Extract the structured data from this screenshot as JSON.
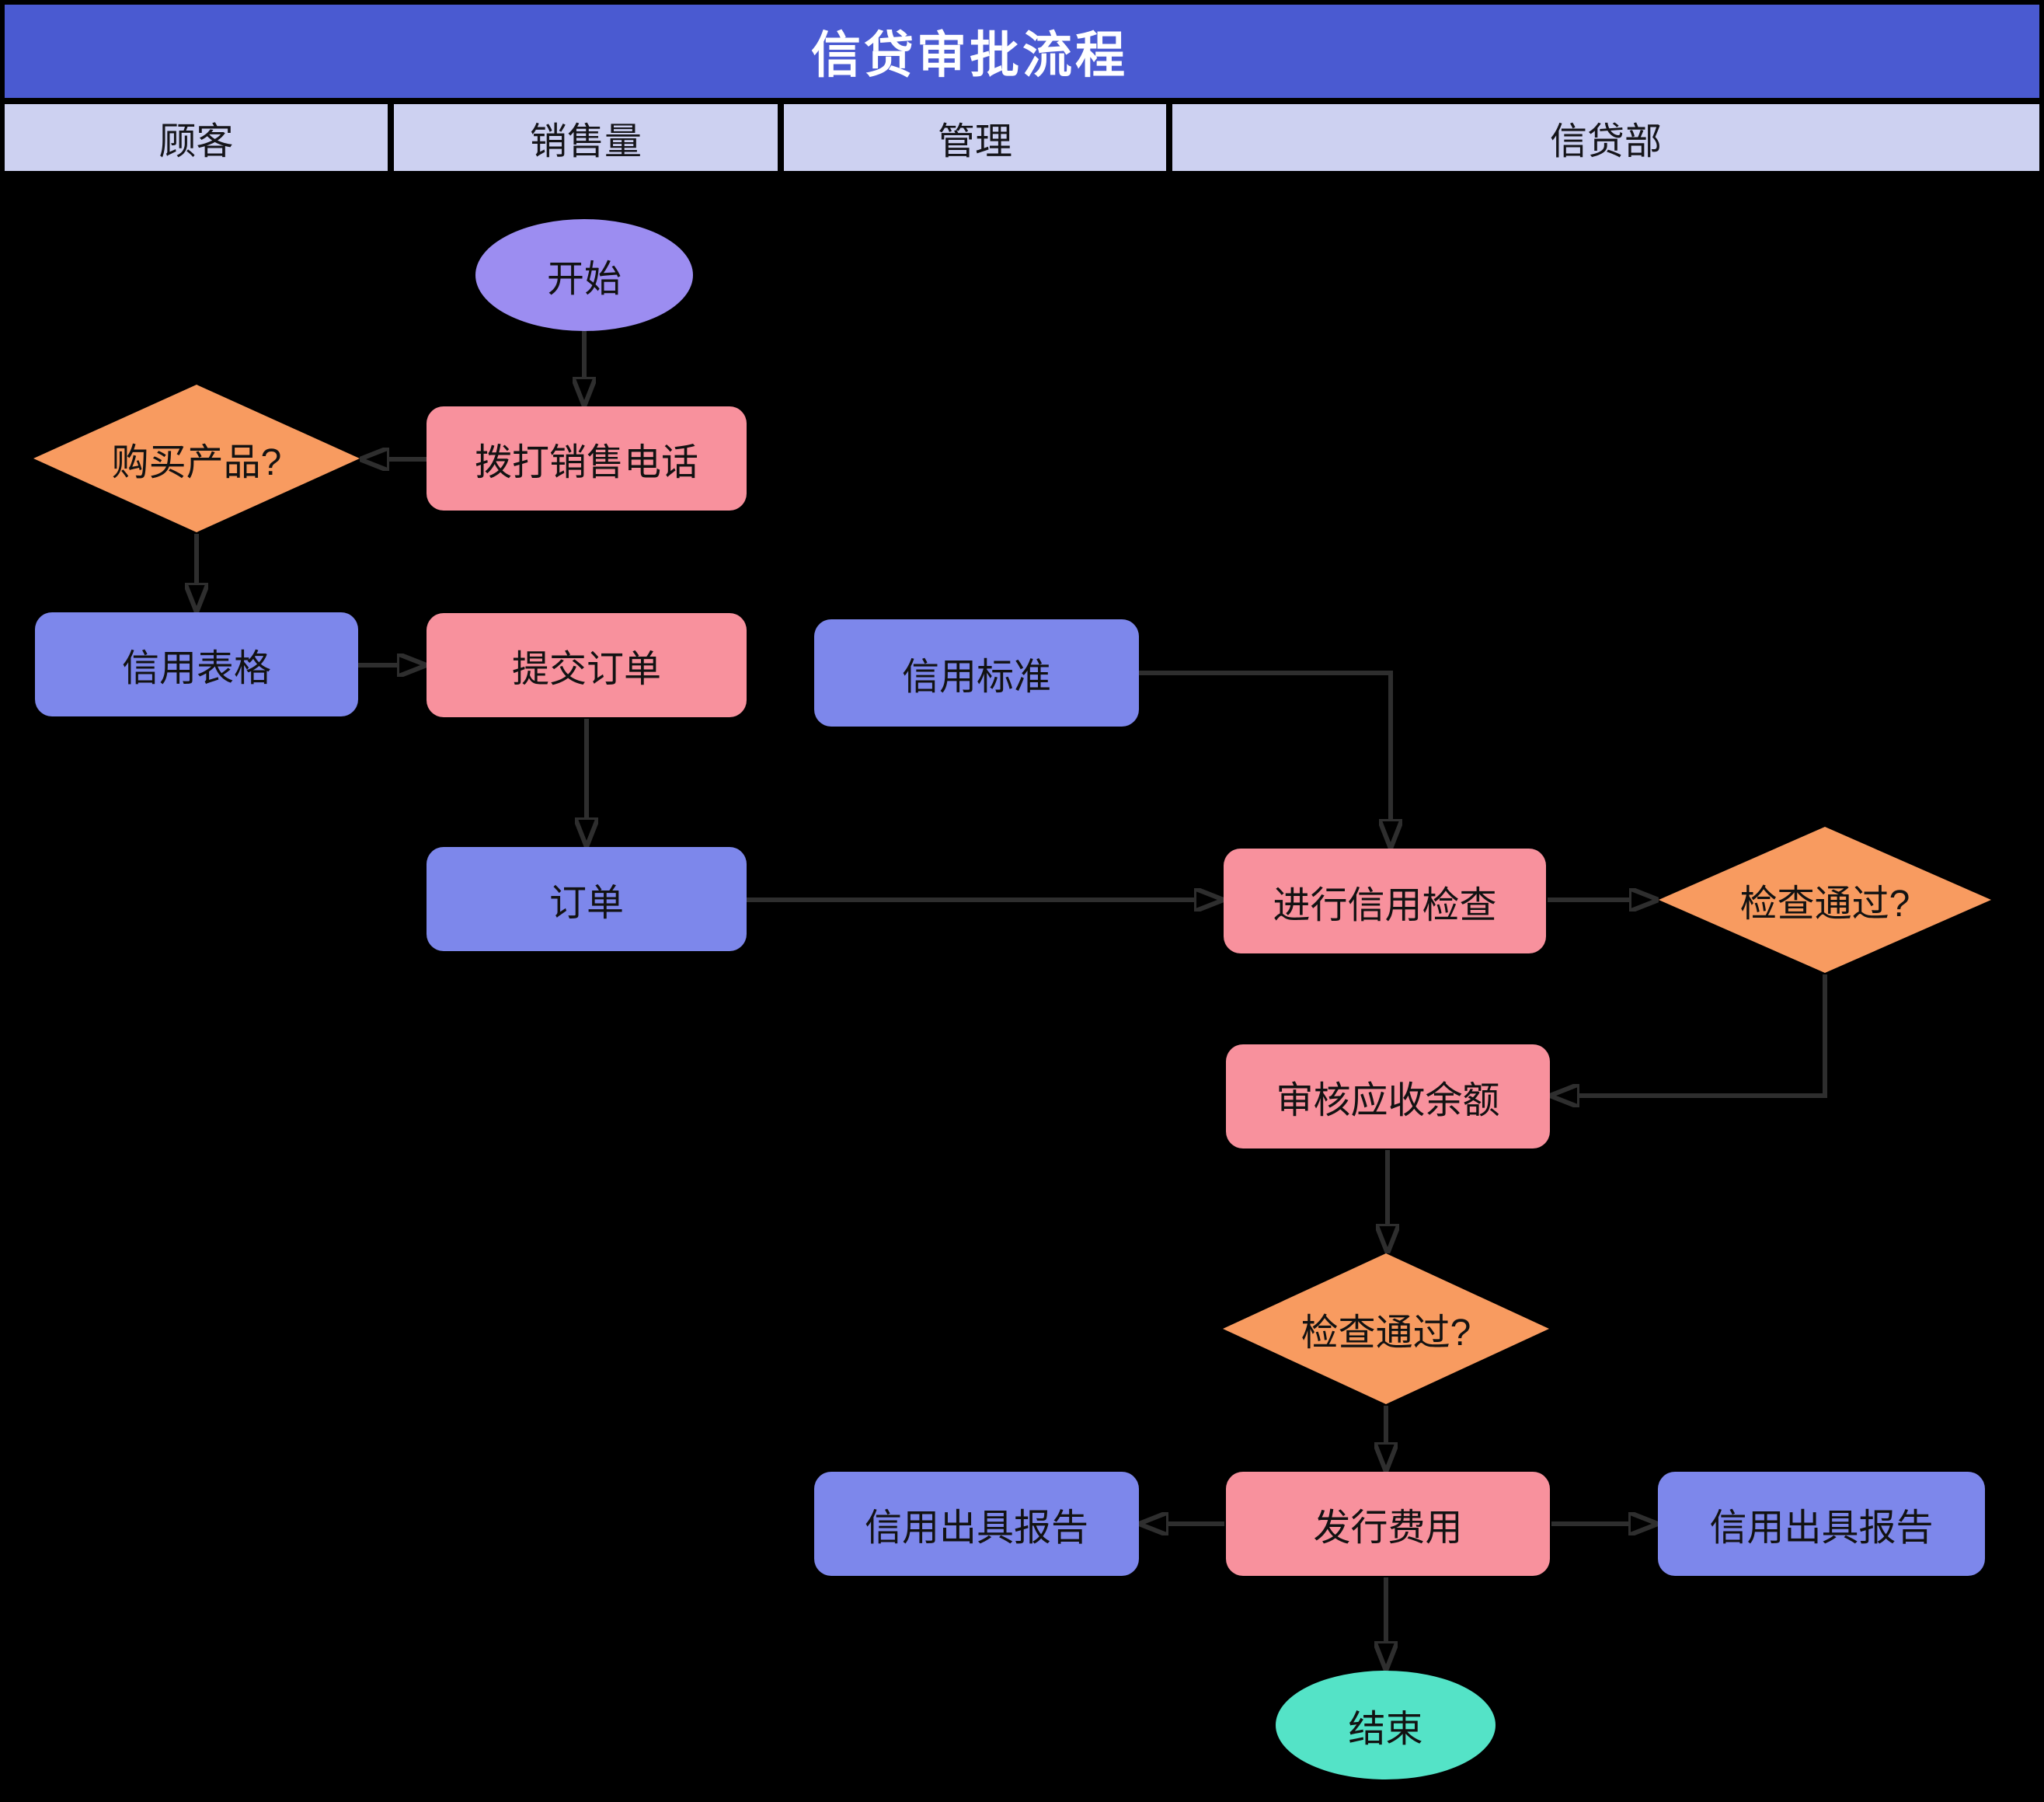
{
  "title": "信贷审批流程",
  "lanes": [
    {
      "label": "顾客"
    },
    {
      "label": "销售量"
    },
    {
      "label": "管理"
    },
    {
      "label": "信贷部"
    }
  ],
  "nodes": [
    {
      "id": "start",
      "type": "start",
      "label": "开始",
      "lane": "销售量"
    },
    {
      "id": "call-sales",
      "type": "process",
      "label": "拨打销售电话",
      "lane": "销售量"
    },
    {
      "id": "buy-product",
      "type": "decision",
      "label": "购买产品?",
      "lane": "顾客"
    },
    {
      "id": "credit-form",
      "type": "data",
      "label": "信用表格",
      "lane": "顾客"
    },
    {
      "id": "submit-order",
      "type": "process",
      "label": "提交订单",
      "lane": "销售量"
    },
    {
      "id": "credit-standard",
      "type": "data",
      "label": "信用标准",
      "lane": "管理"
    },
    {
      "id": "order",
      "type": "data",
      "label": "订单",
      "lane": "销售量"
    },
    {
      "id": "credit-check",
      "type": "process",
      "label": "进行信用检查",
      "lane": "信贷部"
    },
    {
      "id": "check-pass-1",
      "type": "decision",
      "label": "检查通过?",
      "lane": "信贷部"
    },
    {
      "id": "review-balance",
      "type": "process",
      "label": "审核应收余额",
      "lane": "信贷部"
    },
    {
      "id": "check-pass-2",
      "type": "decision",
      "label": "检查通过?",
      "lane": "信贷部"
    },
    {
      "id": "issue-fee",
      "type": "process",
      "label": "发行费用",
      "lane": "信贷部"
    },
    {
      "id": "report-left",
      "type": "data",
      "label": "信用出具报告",
      "lane": "管理"
    },
    {
      "id": "report-right",
      "type": "data",
      "label": "信用出具报告",
      "lane": "信贷部"
    },
    {
      "id": "end",
      "type": "end",
      "label": "结束",
      "lane": "信贷部"
    }
  ],
  "edges": [
    {
      "from": "start",
      "to": "call-sales"
    },
    {
      "from": "call-sales",
      "to": "buy-product"
    },
    {
      "from": "buy-product",
      "to": "credit-form"
    },
    {
      "from": "credit-form",
      "to": "submit-order"
    },
    {
      "from": "submit-order",
      "to": "order"
    },
    {
      "from": "credit-standard",
      "to": "credit-check"
    },
    {
      "from": "order",
      "to": "credit-check"
    },
    {
      "from": "credit-check",
      "to": "check-pass-1"
    },
    {
      "from": "check-pass-1",
      "to": "review-balance"
    },
    {
      "from": "review-balance",
      "to": "check-pass-2"
    },
    {
      "from": "check-pass-2",
      "to": "issue-fee"
    },
    {
      "from": "issue-fee",
      "to": "report-left"
    },
    {
      "from": "issue-fee",
      "to": "report-right"
    },
    {
      "from": "issue-fee",
      "to": "end"
    }
  ],
  "colors": {
    "background": "#000000",
    "title_bar": "#4a5ad1",
    "lane_header": "#cdd1f1",
    "process": "#f8919d",
    "data": "#7d87eb",
    "decision": "#f89b60",
    "start": "#9c8df1",
    "end": "#54e3c7",
    "arrow": "#2e2e2e"
  }
}
